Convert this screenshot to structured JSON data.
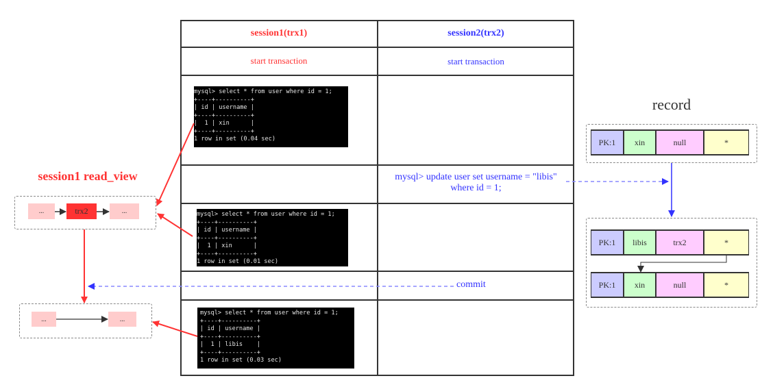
{
  "table": {
    "headers": [
      "session1(trx1)",
      "session2(trx2)"
    ],
    "start_trx1": "start transaction",
    "start_trx2": "start transaction",
    "update_stmt": "mysql> update user set username = \"libis\"",
    "update_where": "where id = 1;",
    "commit": "commit"
  },
  "terminals": [
    {
      "lines": [
        "mysql> select * from user where id = 1;",
        "+----+----------+",
        "| id | username |",
        "+----+----------+",
        "|  1 | xin      |",
        "+----+----------+",
        "1 row in set (0.04 sec)"
      ]
    },
    {
      "lines": [
        "mysql> select * from user where id = 1;",
        "+----+----------+",
        "| id | username |",
        "+----+----------+",
        "|  1 | xin      |",
        "+----+----------+",
        "1 row in set (0.01 sec)"
      ]
    },
    {
      "lines": [
        "mysql> select * from user where id = 1;",
        "+----+----------+",
        "| id | username |",
        "+----+----------+",
        "|  1 | libis    |",
        "+----+----------+",
        "1 row in set (0.03 sec)"
      ]
    }
  ],
  "read_view": {
    "title": "session1 read_view",
    "before": [
      "...",
      "trx2",
      "..."
    ],
    "after": [
      "...",
      "..."
    ]
  },
  "record": {
    "title": "record",
    "initial": [
      "PK:1",
      "xin",
      "null",
      "*"
    ],
    "updated": [
      "PK:1",
      "libis",
      "trx2",
      "*"
    ],
    "undo": [
      "PK:1",
      "xin",
      "null",
      "*"
    ]
  },
  "colors": {
    "trx1": "#ff3333",
    "trx2": "#3333ff",
    "pk": "#ccccff",
    "name": "#ccffcc",
    "trx": "#ffccff",
    "ptr": "#ffffcc",
    "view_item": "#ffcccc",
    "active_trx": "#ff3333"
  }
}
